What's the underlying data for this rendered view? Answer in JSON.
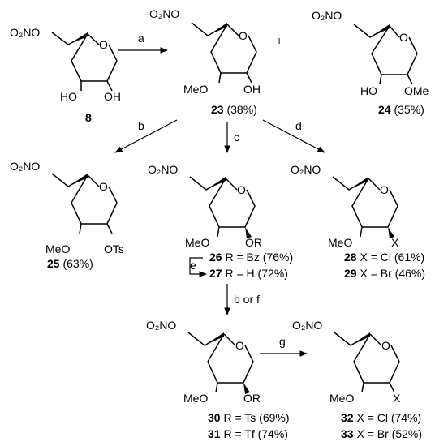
{
  "groups": {
    "o2no": "O₂NO",
    "ring_o": "O",
    "ho": "HO",
    "oh": "OH",
    "meo": "MeO",
    "ome": "OMe",
    "ots": "OTs",
    "or": "OR",
    "x": "X"
  },
  "compounds": {
    "c8": {
      "num": "8",
      "yield": ""
    },
    "c23": {
      "num": "23",
      "yield": " (38%)"
    },
    "c24": {
      "num": "24",
      "yield": " (35%)"
    },
    "c25": {
      "num": "25",
      "yield": " (63%)"
    },
    "c26": {
      "num": "26",
      "yield": " R = Bz (76%)"
    },
    "c27": {
      "num": "27",
      "yield": " R = H (72%)"
    },
    "c28": {
      "num": "28",
      "yield": " X = Cl (61%)"
    },
    "c29": {
      "num": "29",
      "yield": " X = Br (46%)"
    },
    "c30": {
      "num": "30",
      "yield": " R = Ts (69%)"
    },
    "c31": {
      "num": "31",
      "yield": " R = Tf (74%)"
    },
    "c32": {
      "num": "32",
      "yield": " X = Cl (74%)"
    },
    "c33": {
      "num": "33",
      "yield": " X = Br (52%)"
    }
  },
  "plus": "+",
  "reagents": {
    "a": "a",
    "b": "b",
    "c": "c",
    "d": "d",
    "e": "e",
    "b_or_f": "b or f",
    "g": "g"
  }
}
